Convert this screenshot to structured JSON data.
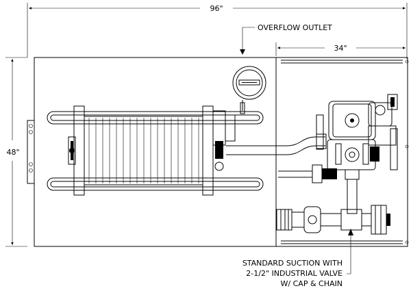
{
  "dimensions": {
    "overall_width": "96\"",
    "height": "48\"",
    "tank_width": "34\""
  },
  "callouts": {
    "overflow": "OVERFLOW OUTLET",
    "suction_line1": "STANDARD SUCTION WITH",
    "suction_line2": "2-1/2\" INDUSTRIAL VALVE",
    "suction_line3": "W/ CAP & CHAIN"
  },
  "colors": {
    "line": "#000000",
    "background": "#ffffff"
  }
}
